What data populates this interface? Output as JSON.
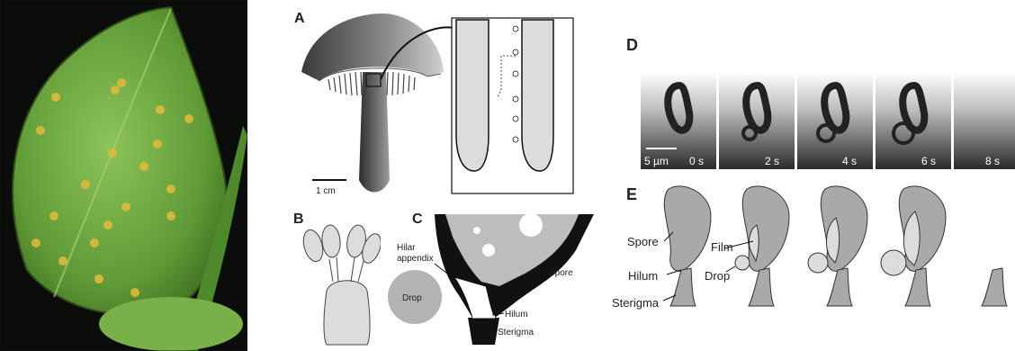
{
  "figure": {
    "panel_labels": {
      "a": "A",
      "b": "B",
      "c": "C",
      "d": "D",
      "e": "E"
    },
    "panel_a": {
      "scale_bar": "1 cm"
    },
    "panel_c": {
      "hilar_appendix_line1": "Hilar",
      "hilar_appendix_line2": "appendix",
      "drop": "Drop",
      "spore": "Spore",
      "hilum": "Hilum",
      "sterigma": "Sterigma"
    },
    "panel_d": {
      "scale_bar": "5 µm",
      "frame_times": [
        "0 s",
        "2 s",
        "4 s",
        "6 s",
        "8 s"
      ]
    },
    "panel_e": {
      "spore": "Spore",
      "film": "Film",
      "hilum": "Hilum",
      "drop": "Drop",
      "sterigma": "Sterigma"
    }
  },
  "colors": {
    "leaf": "#6aa03a",
    "rust_spot": "#e0b93a",
    "gray_fill": "#a9a9a9",
    "light_fill": "#dcdcdc"
  }
}
